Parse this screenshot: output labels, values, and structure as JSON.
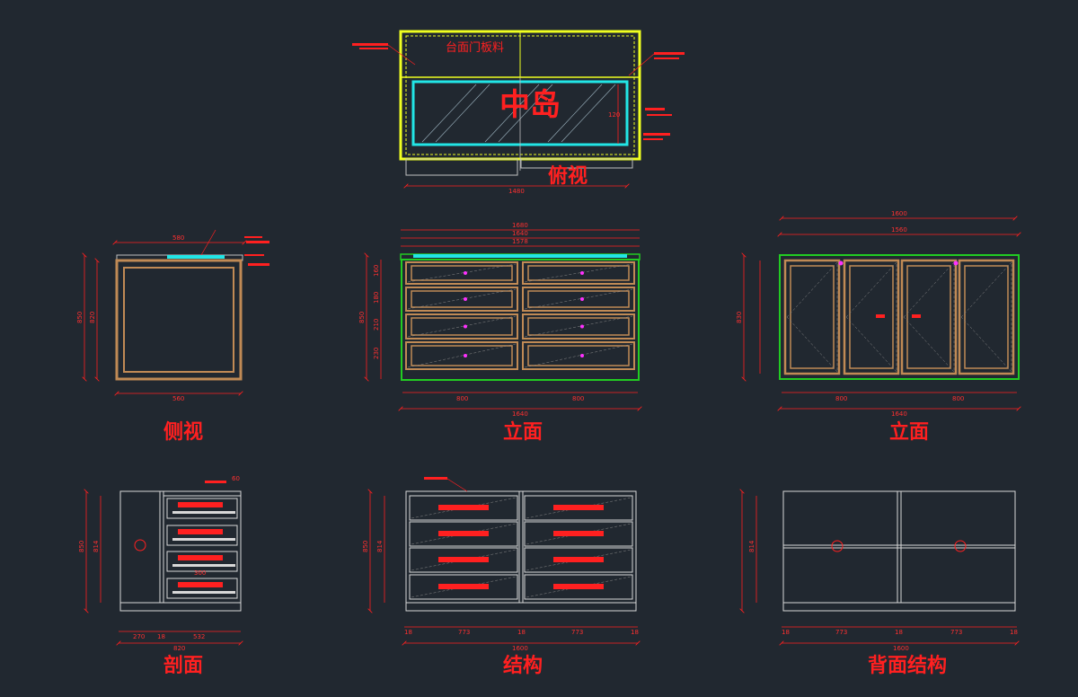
{
  "colors": {
    "background": "#212830",
    "dimension": "#ff2020",
    "outline": "#e8e8e8",
    "cabinet": "#c08a55",
    "glass": "#22e6e6",
    "countertop": "#f0ff20",
    "body_green": "#22cc22",
    "handle": "#ff30ff"
  },
  "titles": {
    "top": "俯视",
    "side": "侧视",
    "front": "立面",
    "back": "立面",
    "section": "剖面",
    "structure": "结构",
    "back_structure": "背面结构"
  },
  "labels": {
    "top_panel": "台面门板料",
    "top_center": "中岛"
  },
  "dimensions": {
    "top_width": "1480",
    "top_small": "120",
    "side_top": "580",
    "side_bottom": "560",
    "side_h1": "850",
    "side_h2": "820",
    "front_l1": "1680",
    "front_l2": "1640",
    "front_l3": "1578",
    "front_d1": "800",
    "front_d2": "800",
    "front_total": "1640",
    "front_h": "850",
    "front_r1": "160",
    "front_r2": "180",
    "front_r3": "210",
    "front_r4": "230",
    "back_l1": "1600",
    "back_l2": "1560",
    "back_d1": "800",
    "back_d2": "800",
    "back_total": "1640",
    "back_h": "830",
    "sec_h1": "850",
    "sec_h2": "814",
    "sec_w1": "270",
    "sec_w2": "18",
    "sec_w3": "532",
    "sec_total": "820",
    "sec_top": "60",
    "sec_mid": "300",
    "str_w1": "773",
    "str_w2": "773",
    "str_total": "1600",
    "str_h1": "850",
    "str_h2": "814",
    "bs_w1": "773",
    "bs_w2": "773",
    "bs_total": "1600",
    "bs_h": "814",
    "edge": "18"
  }
}
